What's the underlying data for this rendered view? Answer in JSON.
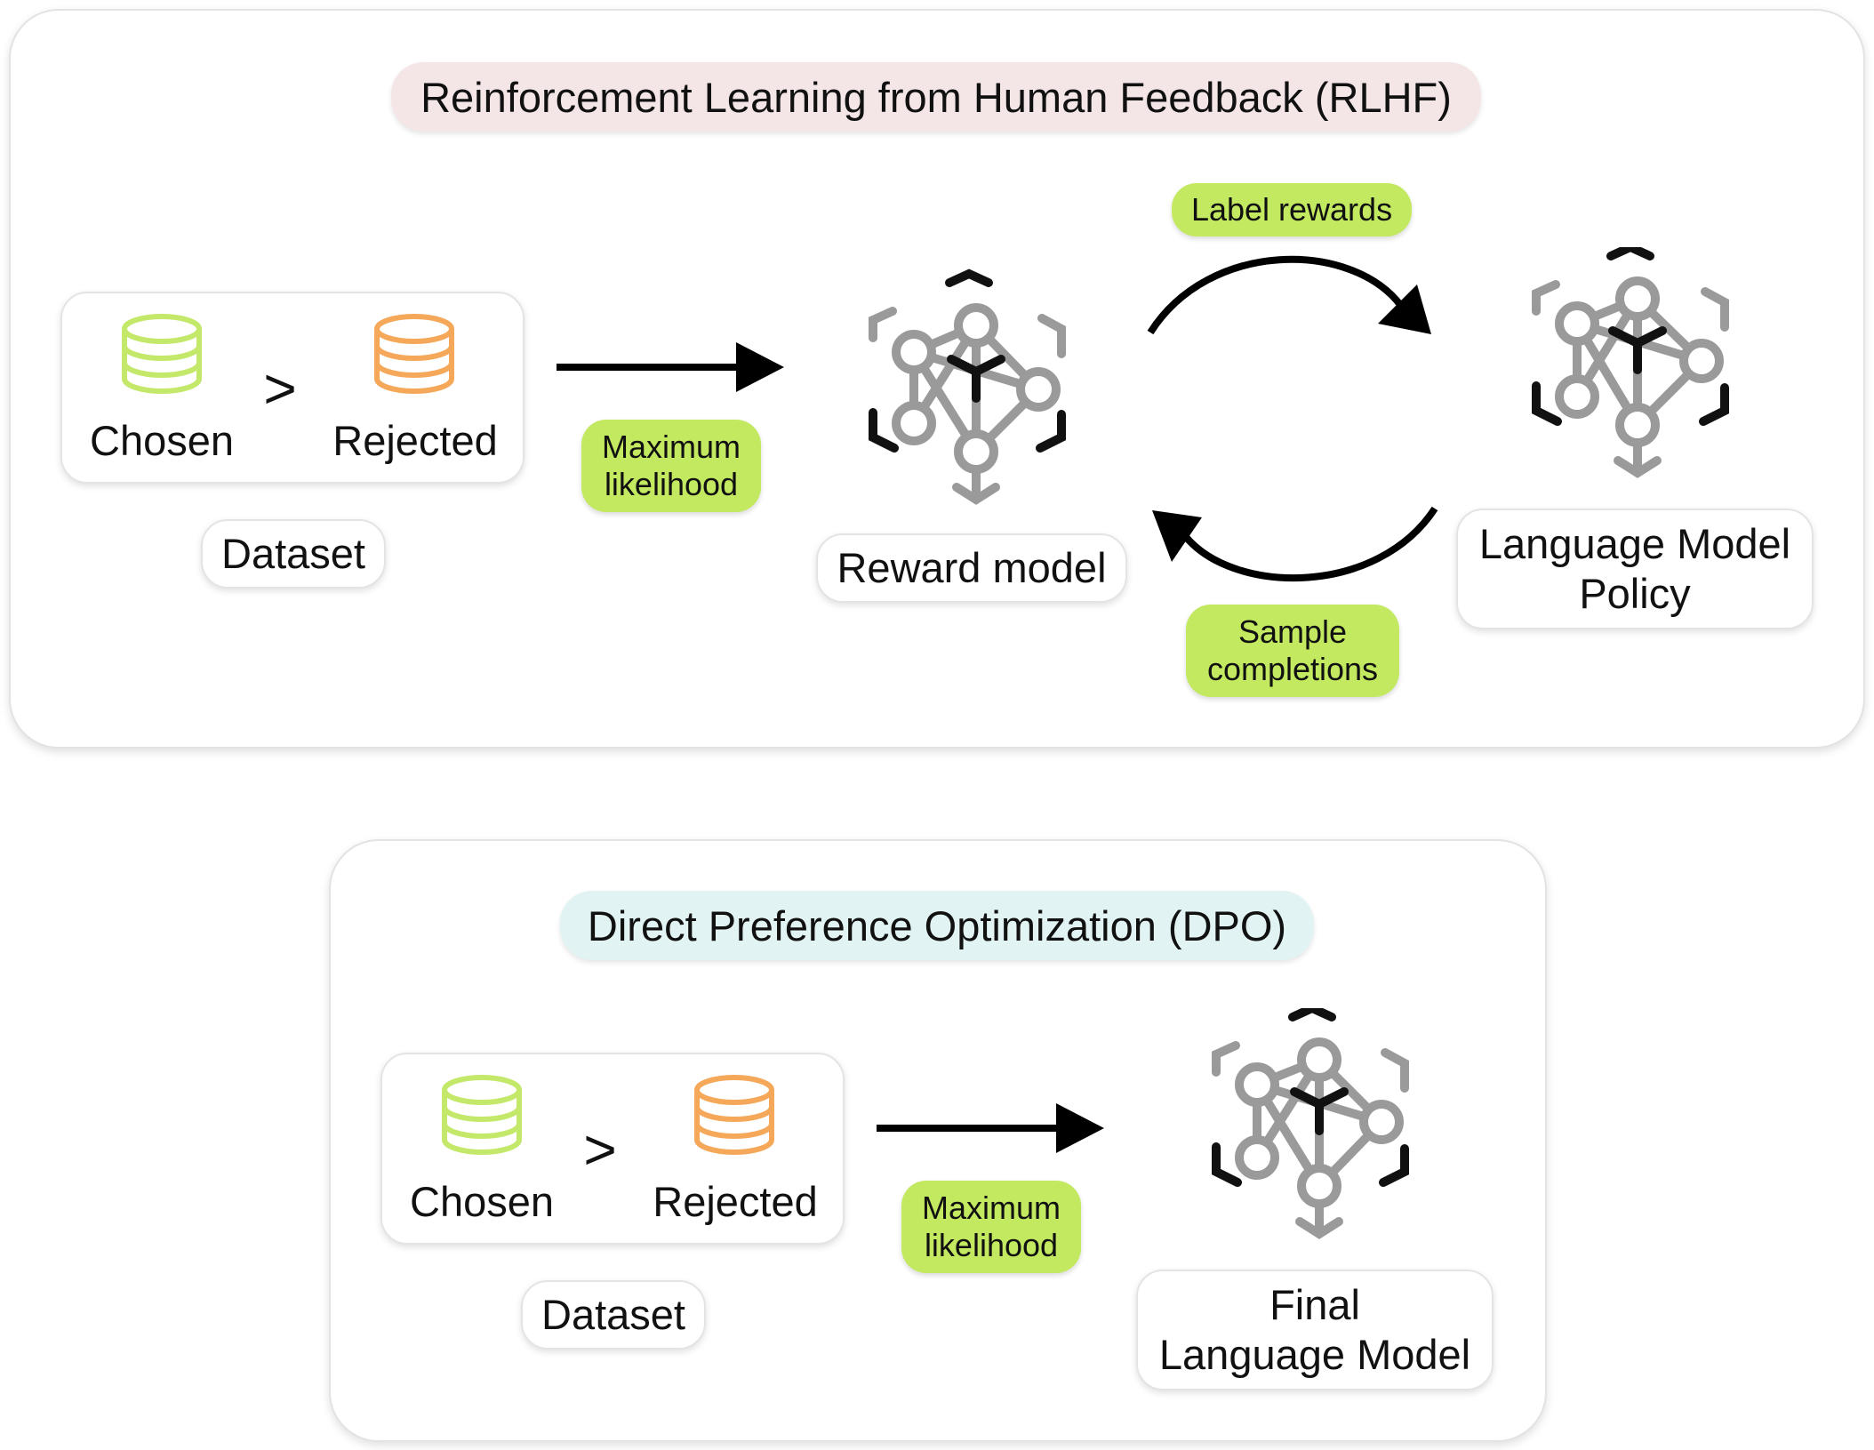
{
  "rlhf": {
    "title": "Reinforcement Learning from Human Feedback (RLHF)",
    "dataset": {
      "chosen_label": "Chosen",
      "rejected_label": "Rejected",
      "comparator": ">",
      "caption": "Dataset"
    },
    "edge_dataset_to_reward": "Maximum\nlikelihood",
    "reward_model_label": "Reward model",
    "edge_reward_to_policy": "Label rewards",
    "edge_policy_to_reward": "Sample\ncompletions",
    "policy_label": "Language Model\nPolicy"
  },
  "dpo": {
    "title": "Direct Preference Optimization (DPO)",
    "dataset": {
      "chosen_label": "Chosen",
      "rejected_label": "Rejected",
      "comparator": ">",
      "caption": "Dataset"
    },
    "edge_dataset_to_model": "Maximum\nlikelihood",
    "final_model_label": "Final\nLanguage Model"
  },
  "colors": {
    "chosen_db": "#c3e86a",
    "rejected_db": "#f5a85a",
    "accent_pill": "#c2e95f",
    "rlhf_title_bg": "#f4e6e6",
    "dpo_title_bg": "#e2f3f3"
  },
  "icons": {
    "database": "database-icon",
    "neural_network": "neural-network-icon"
  }
}
